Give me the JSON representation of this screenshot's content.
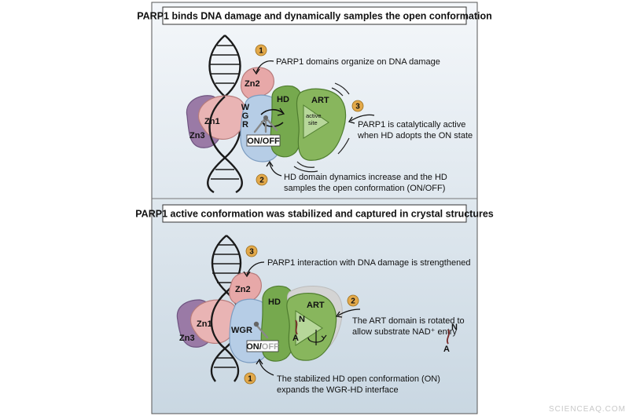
{
  "panel_top": {
    "title": "PARP1 binds DNA damage and dynamically samples the open conformation",
    "steps": [
      {
        "number": "1",
        "text": "PARP1 domains organize on DNA damage"
      },
      {
        "number": "2",
        "text_line1": "HD domain dynamics increase and the HD",
        "text_line2": "samples the open conformation (ON/OFF)"
      },
      {
        "number": "3",
        "text_line1": "PARP1 is catalytically active",
        "text_line2": "when HD adopts the ON state"
      }
    ],
    "domains": {
      "zn1": "Zn1",
      "zn2": "Zn2",
      "zn3": "Zn3",
      "wgr": "WGR",
      "hd": "HD",
      "art": "ART",
      "active_site_line1": "active",
      "active_site_line2": "site",
      "switch_on": "ON",
      "switch_sep": "/",
      "switch_off": "OFF"
    }
  },
  "panel_bottom": {
    "title": "PARP1 active conformation was stabilized and captured in crystal structures",
    "steps": [
      {
        "number": "3",
        "text": "PARP1 interaction with DNA damage is strengthened"
      },
      {
        "number": "2",
        "text_line1": "The ART domain is rotated to",
        "text_line2": "allow substrate NAD⁺ entry"
      },
      {
        "number": "1",
        "text_line1": "The stabilized HD open conformation (ON)",
        "text_line2": "expands the WGR-HD interface"
      }
    ],
    "domains": {
      "zn1": "Zn1",
      "zn2": "Zn2",
      "zn3": "Zn3",
      "wgr": "WGR",
      "hd": "HD",
      "art": "ART",
      "switch_on": "ON",
      "switch_sep": "/",
      "switch_off": "OFF",
      "nad_n": "N",
      "nad_a": "A"
    }
  },
  "watermark": "SCIENCEAQ.COM",
  "colors": {
    "zn1": "#e9b4b4",
    "zn2": "#e7a8a8",
    "zn3": "#9a7aa6",
    "wgr": "#b6cde6",
    "hd": "#76a94e",
    "art": "#88b65d",
    "badge": "#e3a94a",
    "bg_top": "#f4f7fa",
    "bg_bottom": "#c9d7e2"
  }
}
